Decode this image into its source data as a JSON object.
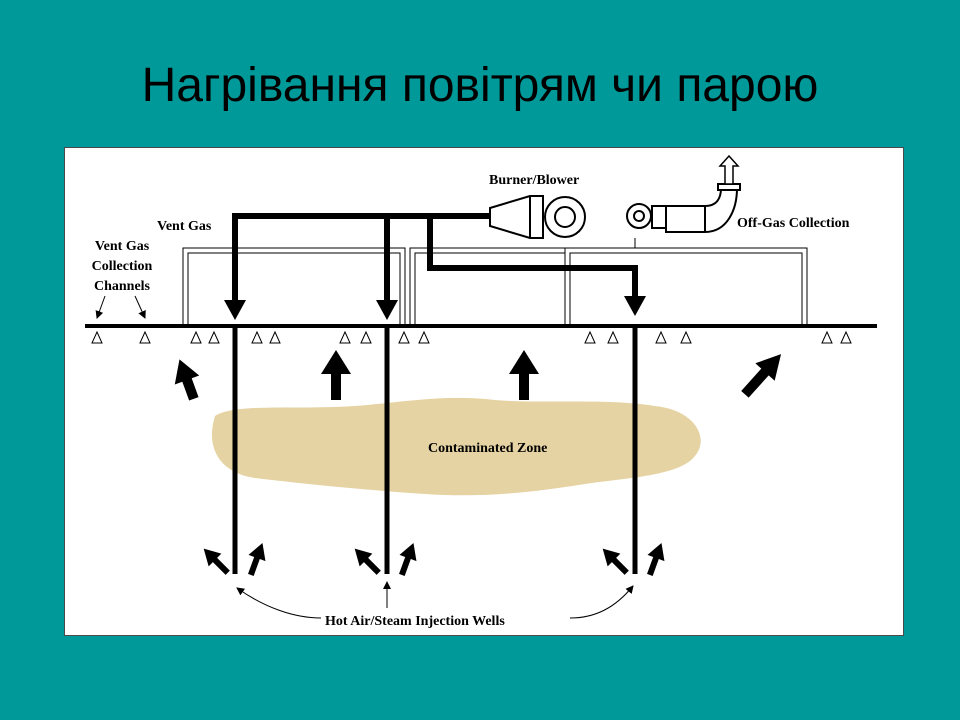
{
  "slide": {
    "title": "Нагрівання повітрям чи парою"
  },
  "diagram": {
    "labels": {
      "burner_blower": "Burner/Blower",
      "vent_gas": "Vent Gas",
      "vent_gas_channels_line1": "Vent Gas",
      "vent_gas_channels_line2": "Collection",
      "vent_gas_channels_line3": "Channels",
      "off_gas": "Off-Gas Collection",
      "contaminated_zone": "Contaminated Zone",
      "injection_wells": "Hot Air/Steam Injection Wells"
    },
    "colors": {
      "background": "#009999",
      "contaminated_zone": "#e6d3a3",
      "lines": "#000000"
    }
  }
}
